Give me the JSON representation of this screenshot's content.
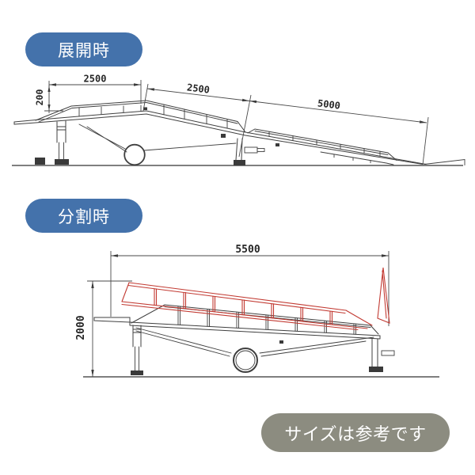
{
  "colors": {
    "background": "#ffffff",
    "badge_blue": "#4472ab",
    "badge_gray": "#8c8c80",
    "badge_text": "#ffffff",
    "drawing_line": "#3f3f3f",
    "highlight_red": "#c23a32"
  },
  "deployed": {
    "badge_label": "展開時",
    "dimensions": {
      "platform_length": "2500",
      "platform_drop": "200",
      "upper_slope_length": "2500",
      "lower_slope_length": "5000"
    }
  },
  "split": {
    "badge_label": "分割時",
    "dimensions": {
      "total_length": "5500",
      "total_height": "2000"
    }
  },
  "note": {
    "label": "サイズは参考です"
  }
}
